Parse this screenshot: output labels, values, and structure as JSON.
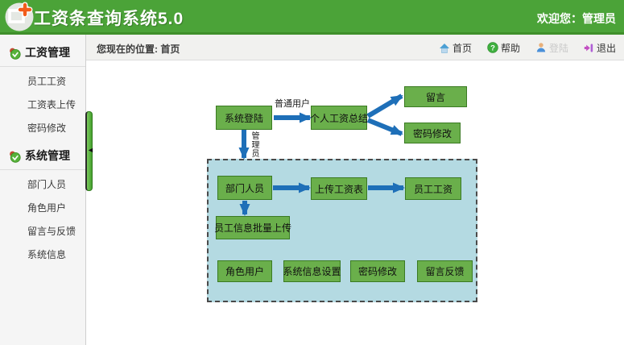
{
  "header": {
    "title": "工资条查询系统5.0",
    "welcome": "欢迎您：管理员"
  },
  "breadcrumb": {
    "location": "您现在的位置: 首页"
  },
  "toolbar": {
    "home": "首页",
    "help": "帮助",
    "login": "登陆",
    "logout": "退出",
    "help_glyph": "?"
  },
  "sidebar": {
    "collapse_glyph": "◄",
    "sections": [
      {
        "label": "工资管理",
        "items": [
          "员工工资",
          "工资表上传",
          "密码修改"
        ]
      },
      {
        "label": "系统管理",
        "items": [
          "部门人员",
          "角色用户",
          "留言与反馈",
          "系统信息"
        ]
      }
    ]
  },
  "flowchart": {
    "nodes": {
      "login": "系统登陆",
      "personal_summary": "个人工资总结",
      "message": "留言",
      "password_top": "密码修改",
      "department": "部门人员",
      "upload_sheet": "上传工资表",
      "employee_salary": "员工工资",
      "batch_upload": "员工信息批量上传",
      "role_user": "角色用户",
      "system_info": "系统信息设置",
      "password_bottom": "密码修改",
      "feedback": "留言反馈"
    },
    "edge_labels": {
      "normal_user": "普通用户",
      "admin": "管理员"
    }
  },
  "icons": {
    "logo": "screen-with-plus",
    "home": "house",
    "help": "green-ball-question",
    "login": "person",
    "logout": "purple-exit-arrow",
    "section_bullet": "green-check-ball"
  },
  "colors": {
    "header_green": "#4ba338",
    "header_border": "#3f8f2b",
    "node_green": "#6aaf4b",
    "node_border": "#3a7a22",
    "arrow_blue": "#1e6fb8",
    "container_blue": "#b4dae2",
    "logo_plus_orange": "#f25c1a",
    "disabled_text": "#c9c9c9"
  }
}
